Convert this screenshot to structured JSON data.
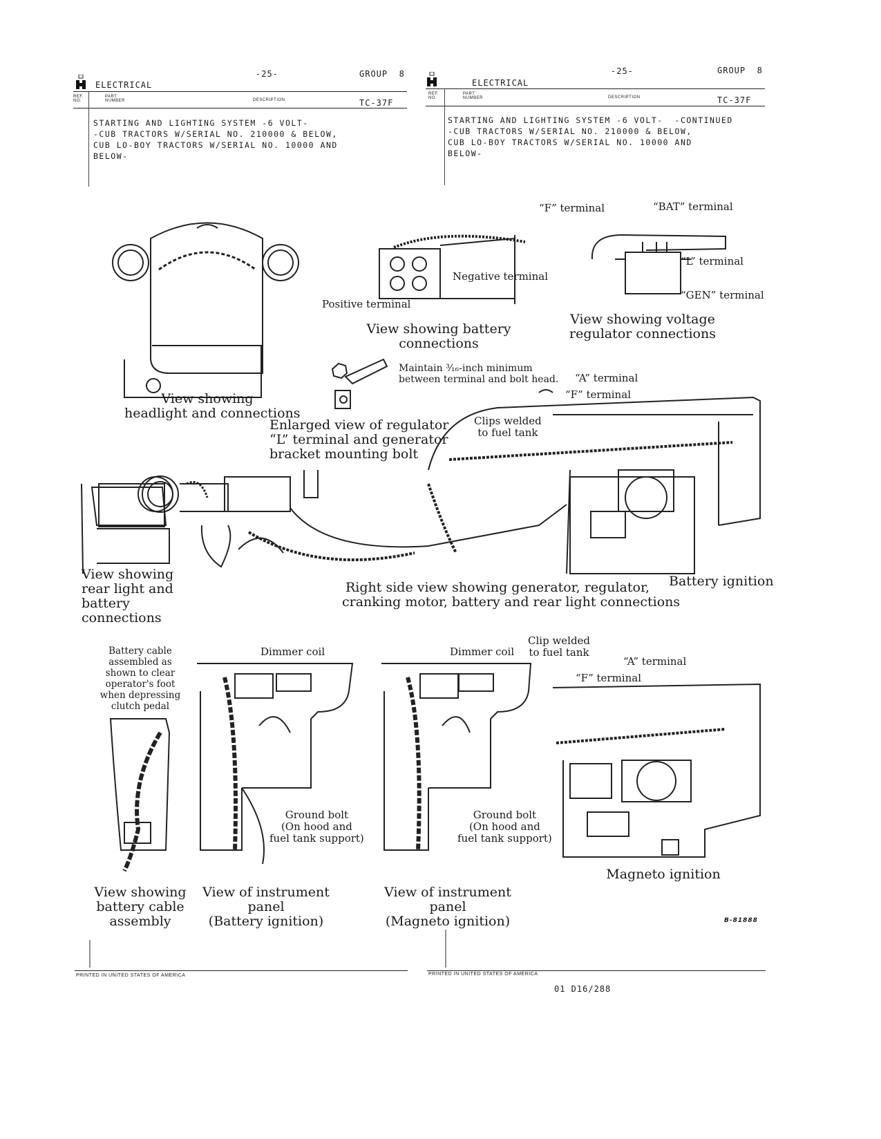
{
  "left_header": {
    "section": "ELECTRICAL",
    "page": "-25-",
    "group": "GROUP  8",
    "col_ref": "REF. NO.",
    "col_part": "PART NUMBER",
    "col_desc": "DESCRIPTION",
    "catalog": "TC-37F",
    "description": "STARTING AND LIGHTING SYSTEM -6 VOLT-\n-CUB TRACTORS W/SERIAL NO. 210000 & BELOW,\nCUB LO-BOY TRACTORS W/SERIAL NO. 10000 AND\nBELOW-"
  },
  "right_header": {
    "section": "ELECTRICAL",
    "page": "-25-",
    "group": "GROUP  8",
    "col_ref": "REF. NO.",
    "col_part": "PART NUMBER",
    "col_desc": "DESCRIPTION",
    "catalog": "TC-37F",
    "description": "STARTING AND LIGHTING SYSTEM -6 VOLT-  -CONTINUED\n-CUB TRACTORS W/SERIAL NO. 210000 & BELOW,\nCUB LO-BOY TRACTORS W/SERIAL NO. 10000 AND\nBELOW-"
  },
  "captions": {
    "headlight": "View showing\nheadlight and connections",
    "battery": "View showing battery\nconnections",
    "regulator": "View showing voltage\nregulator connections",
    "enlarged": "Enlarged view of regulator\n“L” terminal and generator\nbracket mounting bolt",
    "rear_light": "View showing\nrear light and\nbattery\nconnections",
    "right_side": "Right side view showing generator, regulator,\ncranking motor, battery and rear light connections",
    "battery_ignition": "Battery ignition",
    "battery_cable": "View showing\nbattery cable\nassembly",
    "panel_battery": "View of instrument\npanel\n(Battery ignition)",
    "panel_magneto": "View of instrument\npanel\n(Magneto ignition)",
    "magneto_ignition": "Magneto ignition"
  },
  "labels": {
    "f_terminal_top": "“F” terminal",
    "bat_terminal": "“BAT” terminal",
    "l_terminal": "“L” terminal",
    "gen_terminal": "“GEN” terminal",
    "negative_terminal": "Negative terminal",
    "positive_terminal": "Positive terminal",
    "maintain": "Maintain ³⁄₁₆-inch minimum\nbetween terminal and bolt head.",
    "a_terminal_mid": "“A” terminal",
    "f_terminal_mid": "“F” terminal",
    "clips_welded": "Clips welded\nto fuel tank",
    "battery_cable_note": "Battery cable\nassembled as\nshown to clear\noperator's foot\nwhen depressing\nclutch pedal",
    "dimmer_coil_1": "Dimmer coil",
    "dimmer_coil_2": "Dimmer coil",
    "ground_bolt_1": "Ground bolt\n(On hood and\nfuel tank support)",
    "ground_bolt_2": "Ground bolt\n(On hood and\nfuel tank support)",
    "clip_welded": "Clip welded\nto fuel tank",
    "a_terminal_low": "“A” terminal",
    "f_terminal_low": "“F” terminal"
  },
  "figure_code": "B-81888",
  "footer": {
    "printed_left": "PRINTED IN UNITED STATES OF AMERICA",
    "printed_right": "PRINTED IN UNITED STATES OF AMERICA",
    "doc_code": "01 D16/288"
  }
}
